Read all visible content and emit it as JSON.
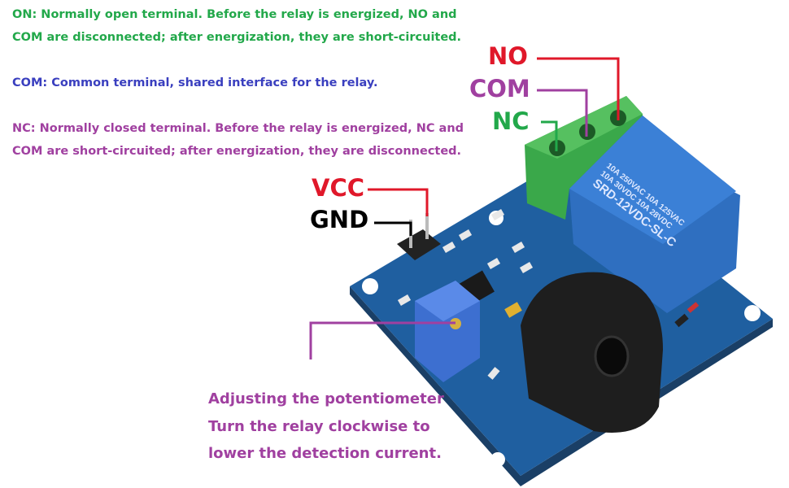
{
  "descriptions": {
    "no_line1": "ON: Normally open terminal. Before the relay is energized, NO and",
    "no_line2": "COM are disconnected; after energization, they are short-circuited.",
    "com_line1": "COM: Common terminal, shared interface for the relay.",
    "nc_line1": "NC: Normally closed terminal. Before the relay is energized, NC and",
    "nc_line2": "COM are short-circuited; after energization, they are disconnected."
  },
  "labels": {
    "no": "NO",
    "com": "COM",
    "nc": "NC",
    "vcc": "VCC",
    "gnd": "GND"
  },
  "potentiometer_note": {
    "line1": "Adjusting the potentiometer",
    "line2": "Turn the relay clockwise to",
    "line3": "lower the detection current."
  },
  "relay_markings": {
    "line1": "10A 250VAC  10A 125VAC",
    "line2": "10A 30VDC  10A 28VDC",
    "line3": "SRD-12VDC-SL-C"
  },
  "colors": {
    "green": "#22a84a",
    "blue": "#3a3fbf",
    "purple": "#a040a0",
    "red": "#e0182a",
    "black": "#000000"
  }
}
